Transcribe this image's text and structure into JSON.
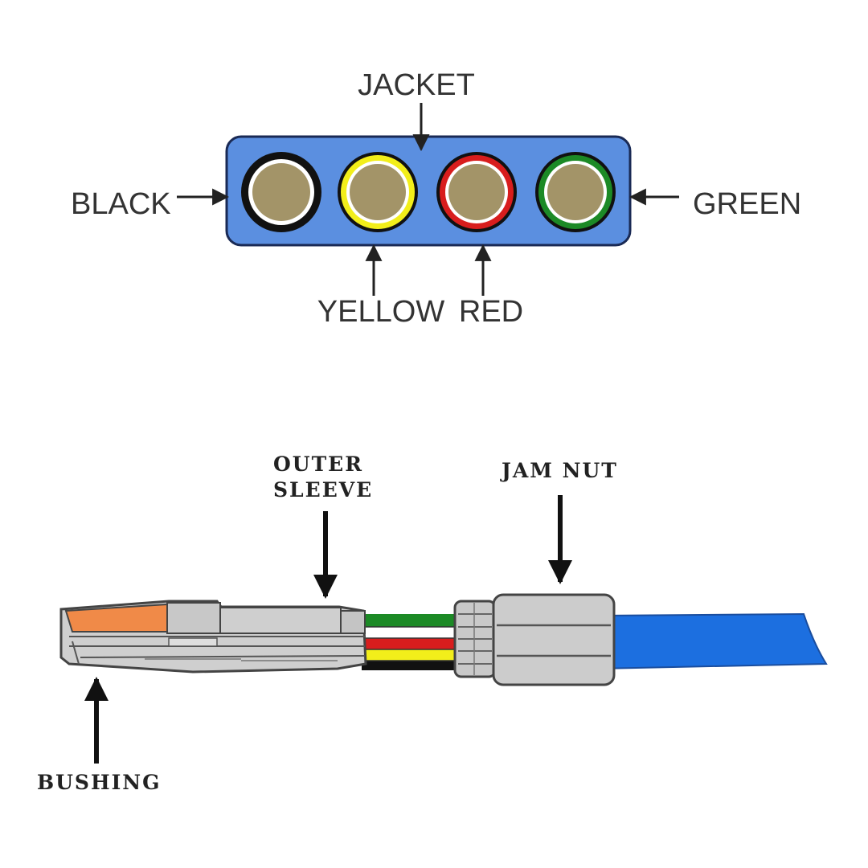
{
  "cross_section": {
    "jacket_label": "JACKET",
    "black_label": "BLACK",
    "yellow_label": "YELLOW",
    "red_label": "RED",
    "green_label": "GREEN"
  },
  "connector": {
    "outer_sleeve_line1": "OUTER",
    "outer_sleeve_line2": "SLEEVE",
    "jam_nut_label": "JAM NUT",
    "bushing_label": "BUSHING"
  },
  "colors": {
    "jacket": "#5b8fe0",
    "cable": "#1c6fe0",
    "conductor": "#a39468",
    "black": "#111111",
    "yellow": "#f2ee1a",
    "red": "#d81d1d",
    "green": "#1c8a26",
    "orange": "#f08a48",
    "metal": "#cccccc"
  }
}
